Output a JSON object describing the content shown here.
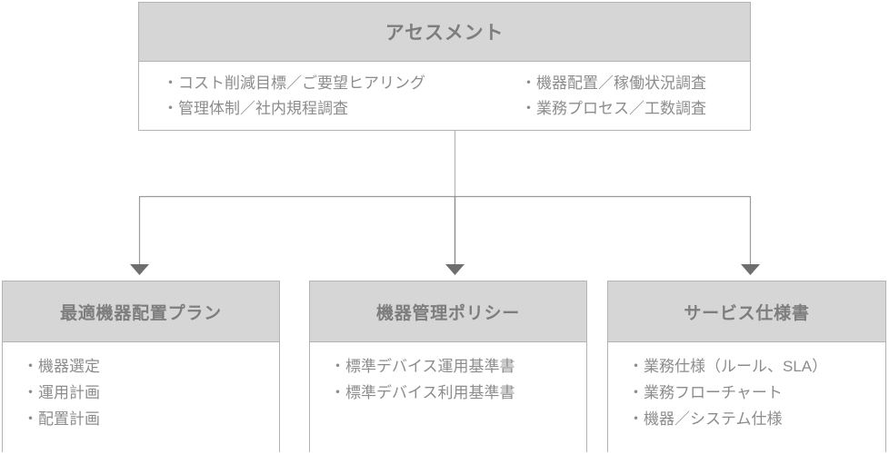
{
  "diagram": {
    "type": "flowchart",
    "orientation": "top-down",
    "colors": {
      "header_fill": "#d6d6d6",
      "body_fill": "#ffffff",
      "border": "#b3b3b3",
      "header_text": "#7d7d7d",
      "body_text": "#8c8c8c",
      "connector_line": "#9a9a9a",
      "connector_line_light": "#bdbdbd",
      "arrow_fill": "#6e6e6e"
    },
    "root": {
      "title": "アセスメント",
      "columns": [
        {
          "items": [
            "・コスト削減目標／ご要望ヒアリング",
            "・管理体制／社内規程調査"
          ]
        },
        {
          "items": [
            "・機器配置／稼働状況調査",
            "・業務プロセス／工数調査"
          ]
        }
      ]
    },
    "children": [
      {
        "title": "最適機器配置プラン",
        "items": [
          "・機器選定",
          "・運用計画",
          "・配置計画"
        ]
      },
      {
        "title": "機器管理ポリシー",
        "items": [
          "・標準デバイス運用基準書",
          "・標準デバイス利用基準書"
        ]
      },
      {
        "title": "サービス仕様書",
        "items": [
          "・業務仕様（ルール、SLA）",
          "・業務フローチャート",
          "・機器／システム仕様"
        ]
      }
    ]
  }
}
